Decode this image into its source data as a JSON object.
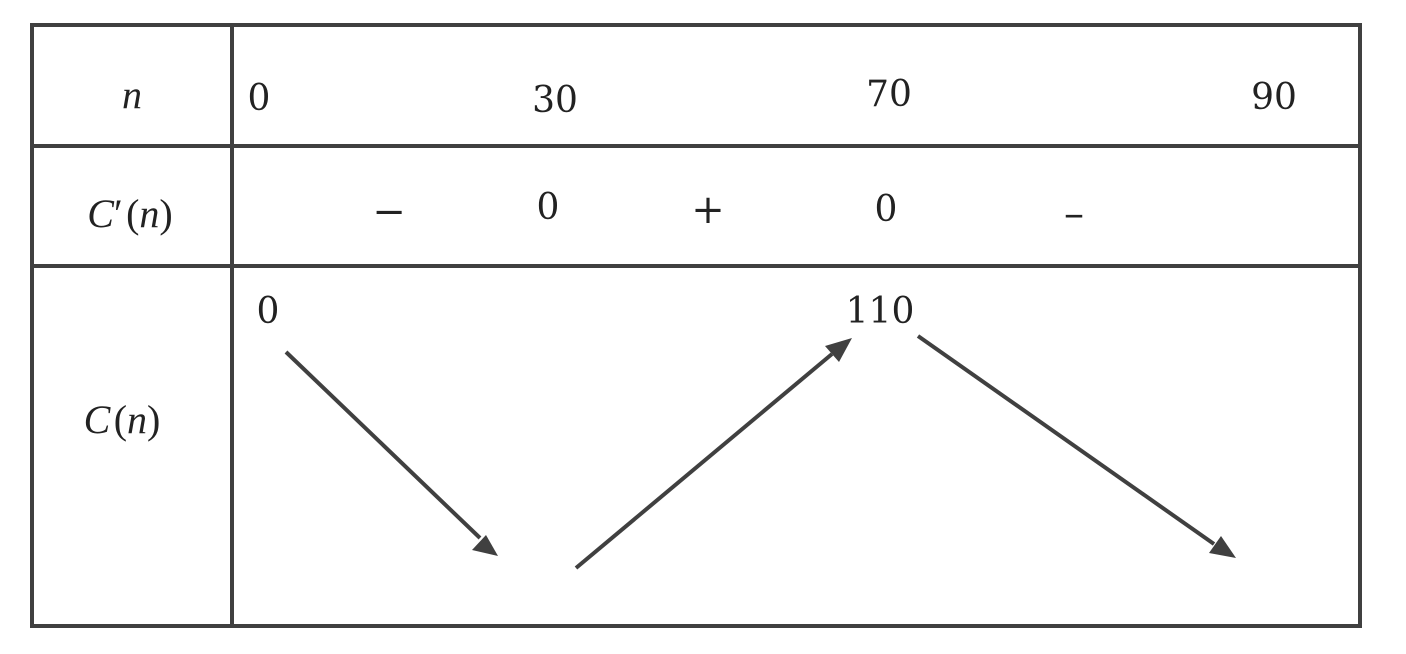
{
  "rows": {
    "n": "n",
    "derivative": {
      "fn": "C",
      "prime": "′",
      "arg": "(n)"
    },
    "function": {
      "fn": "C",
      "arg": "(n)"
    }
  },
  "x_values": [
    "0",
    "30",
    "70",
    "90"
  ],
  "derivative_entries": [
    "−",
    "0",
    "+",
    "0",
    "–"
  ],
  "function_values": {
    "start": "0",
    "peak": "110"
  },
  "variation": [
    "decreasing",
    "increasing",
    "decreasing"
  ],
  "colors": {
    "line": "#404040",
    "text": "#222222"
  }
}
